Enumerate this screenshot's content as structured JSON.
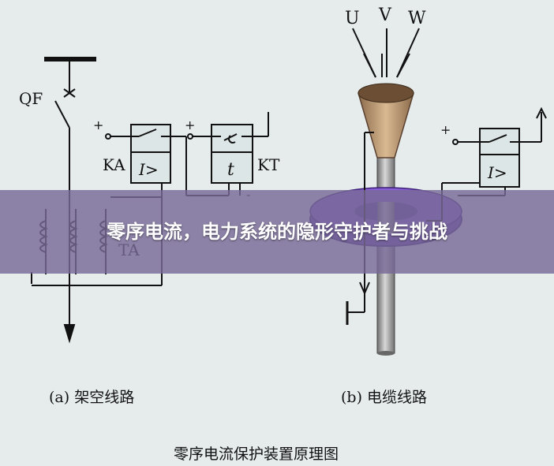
{
  "overlay_title": "零序电流，电力系统的隐形守护者与挑战",
  "labels": {
    "qf": "QF",
    "ka": "KA",
    "kt": "KT",
    "ta": "TA",
    "u": "U",
    "v": "V",
    "w": "W",
    "plus1": "+",
    "plus2": "+",
    "plus3": "+",
    "minus": "-",
    "relay_i_left": "I>",
    "relay_t": "t",
    "relay_i_right": "I>"
  },
  "captions": {
    "a": "(a) 架空线路",
    "b": "(b) 电缆线路",
    "main": "零序电流保护装置原理图"
  },
  "colors": {
    "background": "#e6ecec",
    "relay_fill": "#dde6e6",
    "funnel": "#c8a882",
    "conductor": "#9a9a9a",
    "ring": "#7b52c8",
    "banner": "#7869a0"
  }
}
